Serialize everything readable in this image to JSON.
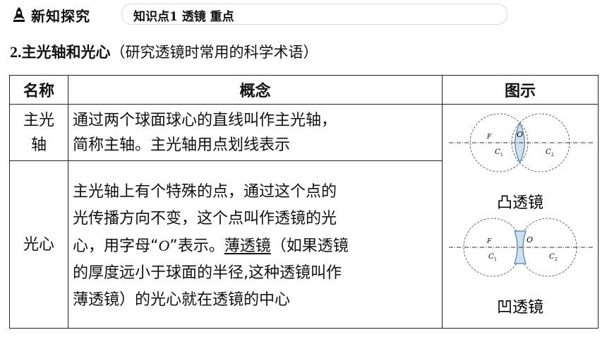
{
  "header": {
    "section": "新知探究",
    "topic": "知识点1  透镜  重点"
  },
  "heading": {
    "num": "2.",
    "bold": "主光轴和光心",
    "note": "（研究透镜时常用的科学术语）"
  },
  "table": {
    "headers": [
      "名称",
      "概念",
      "图示"
    ],
    "row1": {
      "name_line1": "主光",
      "name_line2": "轴",
      "concept_line1": "通过两个球面球心的直线叫作主光轴，",
      "concept_line2": "简称主轴。主光轴用点划线表示"
    },
    "row2": {
      "name": "光心",
      "line1": "主光轴上有个特殊的点，通过这个点的",
      "line2": "光传播方向不变，这个点叫作透镜的光",
      "line3_pre": "心，用字母“",
      "line3_o": "O",
      "line3_post": "”表示。",
      "line3_u": "薄透镜",
      "line3_tail": "（如果透镜",
      "line4": "的厚度远小于球面的半径,这种透镜叫作",
      "line5": "薄透镜）的光心就在透镜的中心"
    },
    "diagram": {
      "convex_label": "凸透镜",
      "concave_label": "凹透镜",
      "o": "O",
      "f": "F",
      "c1": "C",
      "c2": "C",
      "s1": "1",
      "s2": "2"
    }
  }
}
